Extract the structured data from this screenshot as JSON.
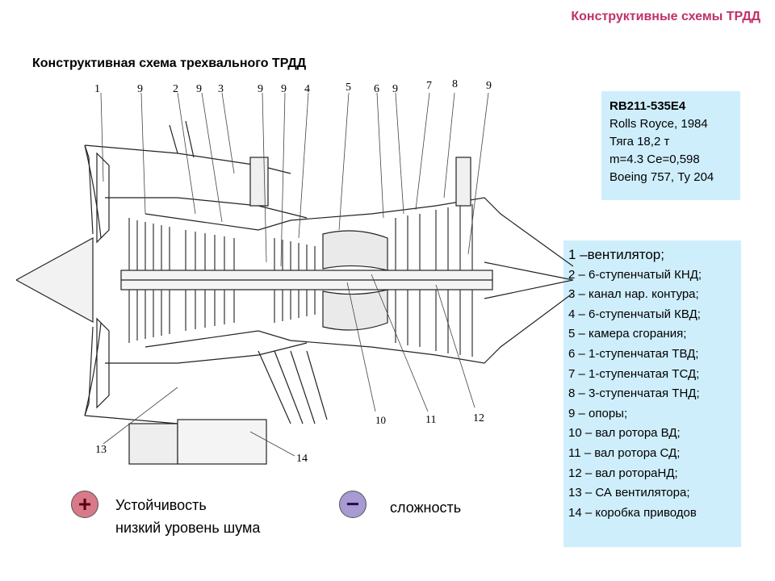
{
  "header": {
    "title": "Конструктивные схемы ТРДД"
  },
  "subtitle": "Конструктивная схема трехвального ТРДД",
  "spec": {
    "lines": [
      "RB211-535E4",
      "Rolls Royce,  1984",
      "Тяга 18,2 т",
      "m=4.3    Ce=0,598",
      "Boeing 757,  Ту 204"
    ]
  },
  "legend": {
    "items": [
      "1 –вентилятор;",
      "2 – 6-ступенчатый КНД;",
      "3 – канал нар.  контура;",
      "4 – 6-ступенчатый КВД;",
      "5 – камера сгорания;",
      "6 – 1-ступенчатая ТВД;",
      "7 – 1-ступенчатая ТСД;",
      "8 – 3-ступенчатая ТНД;",
      "9 – опоры;",
      "10 – вал ротора ВД;",
      "11 – вал ротора СД;",
      "12 – вал ротораНД;",
      "13 – СА вентилятора;",
      "14 – коробка приводов"
    ]
  },
  "diagram": {
    "labels": {
      "n1": "1",
      "n9a": "9",
      "n2": "2",
      "n9b": "9",
      "n3": "3",
      "n9c": "9",
      "n9d": "9",
      "n4": "4",
      "n5": "5",
      "n6": "6",
      "n9e": "9",
      "n7": "7",
      "n8": "8",
      "n9f": "9",
      "n10": "10",
      "n11": "11",
      "n12": "12",
      "n13": "13",
      "n14": "14"
    }
  },
  "pros": {
    "symbol": "+",
    "line1": "Устойчивость",
    "line2": "низкий уровень шума"
  },
  "cons": {
    "symbol": "−",
    "line1": "сложность"
  }
}
